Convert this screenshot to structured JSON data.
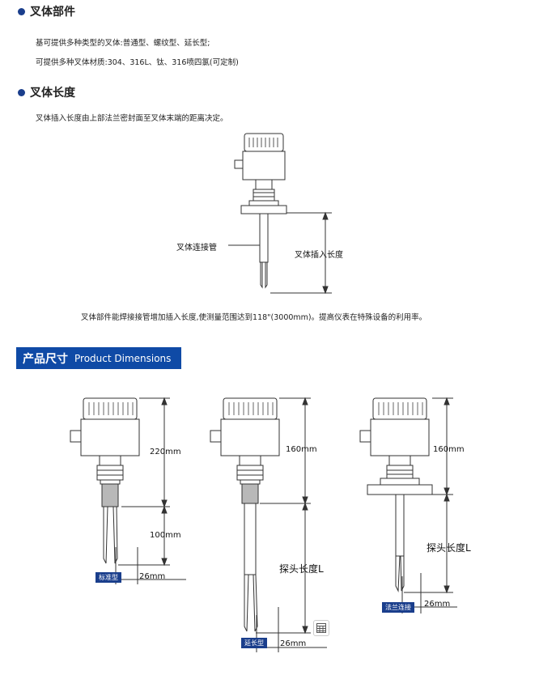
{
  "sections": {
    "fork_parts": {
      "title": "叉体部件",
      "lines": [
        "基可提供多种类型的叉体:普通型、螺纹型、延长型;",
        "可提供多种叉体材质:304、316L、钛、316喷四氯(可定制)"
      ]
    },
    "fork_length": {
      "title": "叉体长度",
      "desc": "叉体插入长度由上部法兰密封面至叉体末端的距离决定。",
      "label_pipe": "叉体连接管",
      "label_insert": "叉体插入长度",
      "note": "叉体部件能焊接接管增加插入长度,使测量范围达到118\"(3000mm)。提高仪表在特殊设备的利用率。"
    }
  },
  "banner": {
    "cn": "产品尺寸",
    "en": "Product Dimensions"
  },
  "dimensions": {
    "standard": {
      "tag": "标准型",
      "h1": "220mm",
      "h2": "100mm",
      "w": "26mm"
    },
    "extended": {
      "tag": "延长型",
      "h1": "160mm",
      "probe": "探头长度L",
      "w": "26mm"
    },
    "flange": {
      "tag": "法兰连接",
      "h1": "160mm",
      "probe": "探头长度L",
      "w": "26mm"
    }
  },
  "colors": {
    "accent": "#0f4aa6",
    "dot": "#1a3e8c"
  },
  "icons": {
    "corner_button": "grid-icon"
  }
}
